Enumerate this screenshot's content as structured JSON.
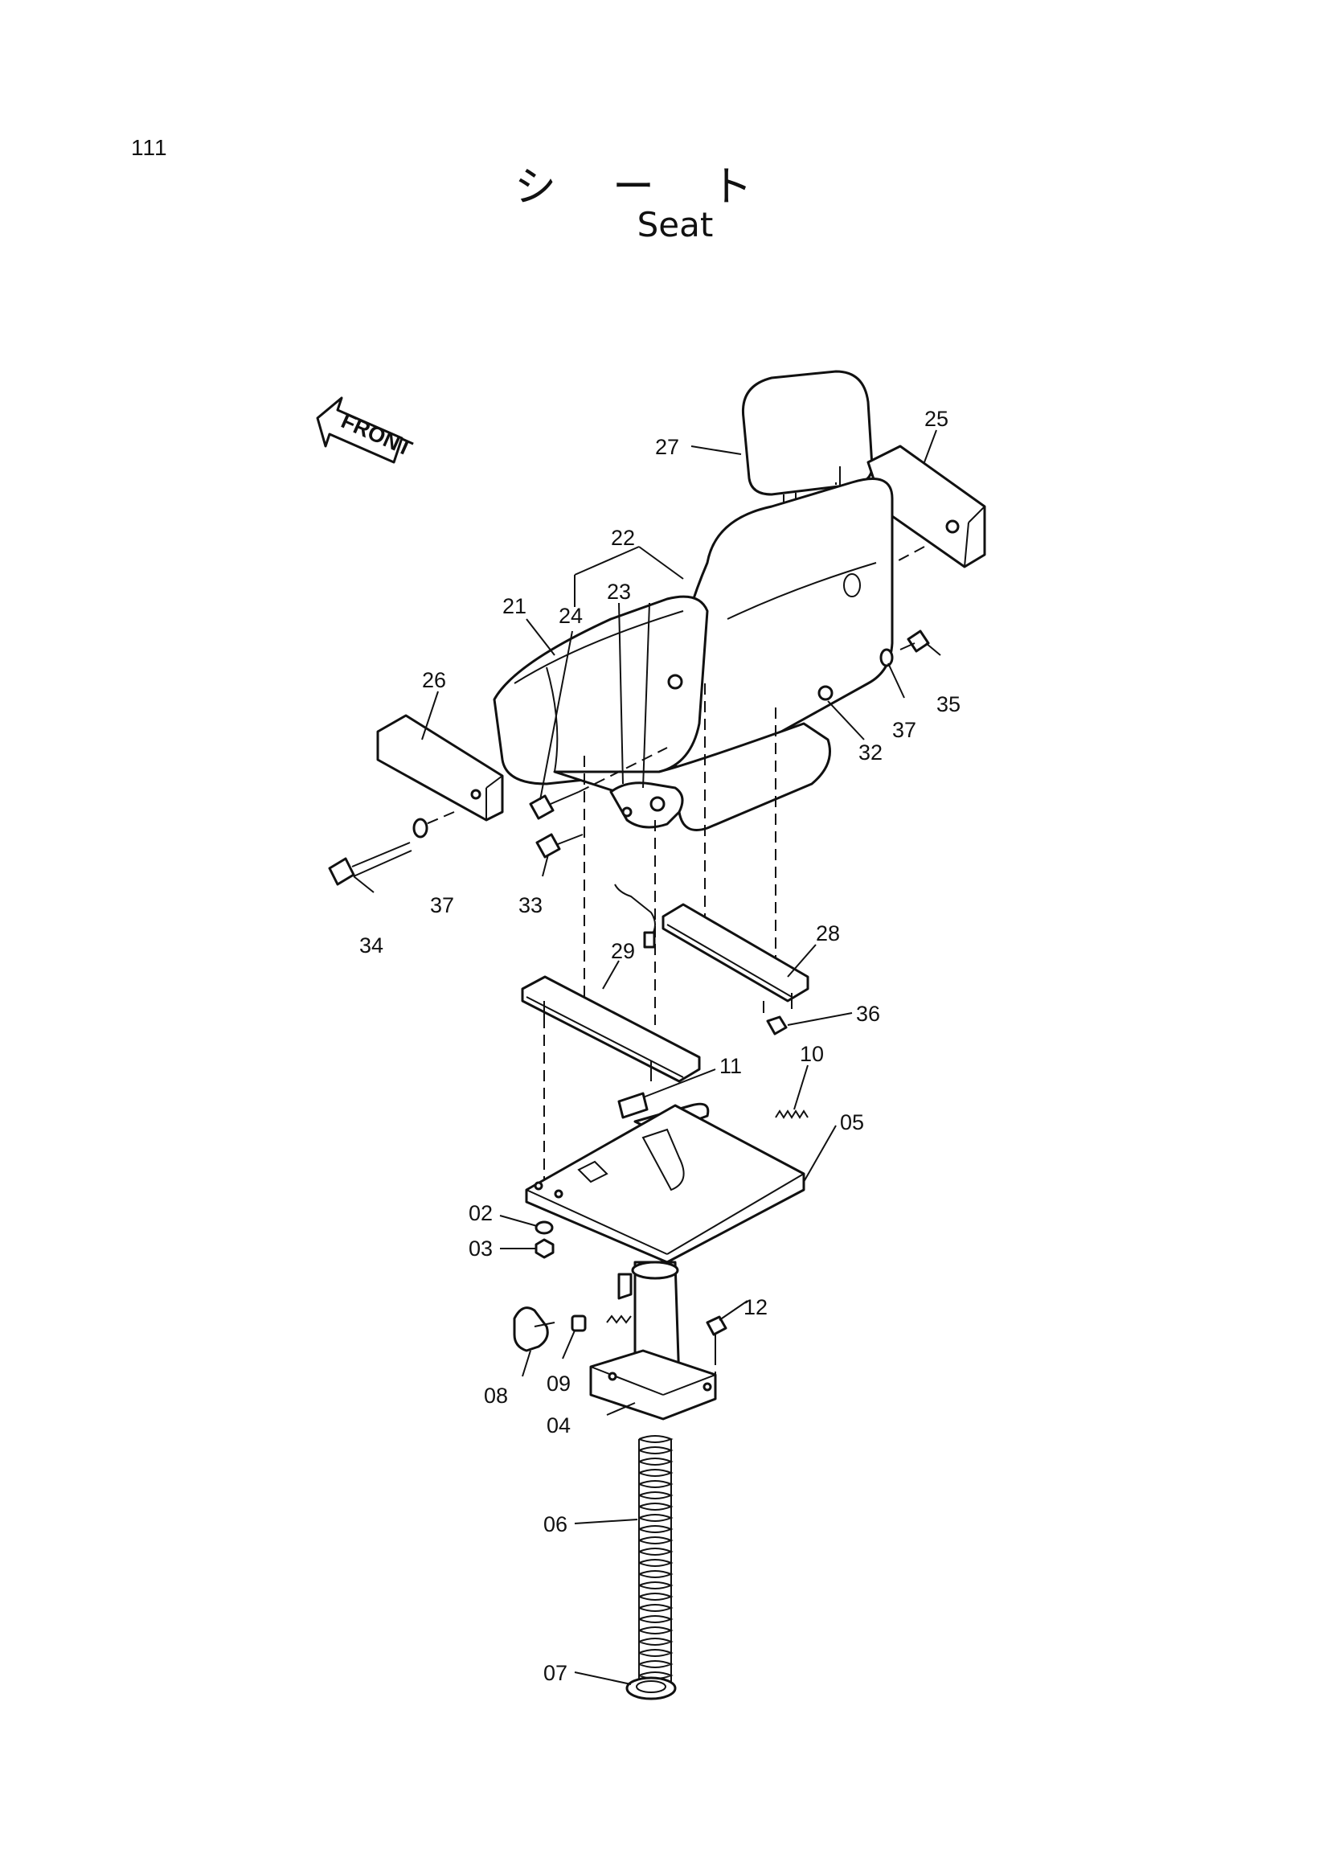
{
  "page_number": "111",
  "title_jp": "シート",
  "title_en": "Seat",
  "front_arrow": "FRONT",
  "labels": {
    "p02": "02",
    "p03": "03",
    "p04": "04",
    "p05": "05",
    "p06": "06",
    "p07": "07",
    "p08": "08",
    "p09": "09",
    "p10": "10",
    "p11": "11",
    "p12": "12",
    "p21": "21",
    "p22": "22",
    "p23": "23",
    "p24": "24",
    "p25": "25",
    "p26": "26",
    "p27": "27",
    "p28": "28",
    "p29": "29",
    "p32": "32",
    "p33": "33",
    "p34": "34",
    "p35": "35",
    "p36": "36",
    "p37a": "37",
    "p37b": "37"
  }
}
